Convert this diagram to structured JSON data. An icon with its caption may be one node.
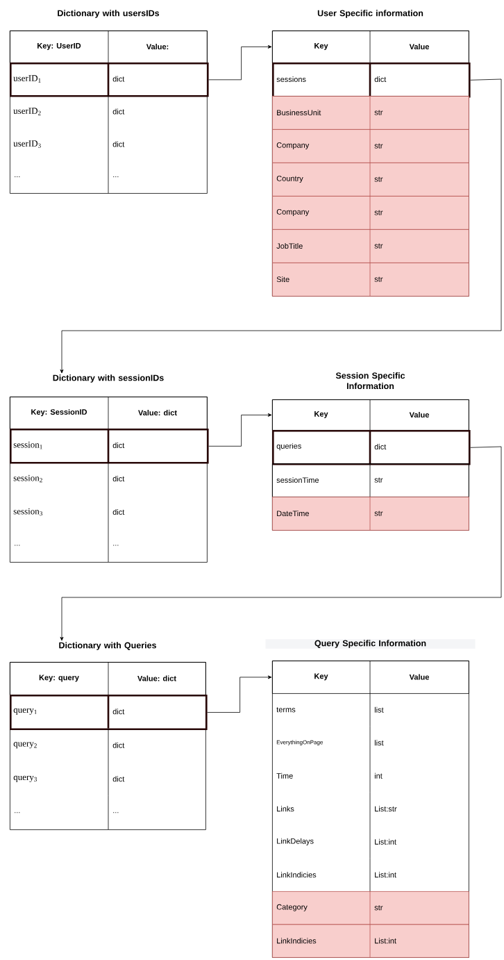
{
  "diagram": {
    "nodes": [
      {
        "text": [
          "Dictionary with usersIDs"
        ]
      },
      {
        "text": [
          "Key: UserID",
          "Value:"
        ],
        "in": 0
      },
      {
        "text": [
          "userID$_{1}$",
          "dict"
        ],
        "in": 0
      },
      {
        "text": [
          "userID$_{2}$",
          "dict"
        ],
        "in": 0
      },
      {
        "text": [
          "userID$_{3}$",
          "dict"
        ],
        "in": 0
      },
      {
        "text": [
          "...",
          "..."
        ],
        "in": 0
      },
      {
        "text": [
          "User Specific information"
        ]
      },
      {
        "text": [
          "Key",
          "Value"
        ],
        "in": 6
      },
      {
        "text": [
          "sessions",
          "dict"
        ],
        "in": 6
      },
      {
        "text": [
          "BusinessUnit",
          "str"
        ],
        "in": 6
      },
      {
        "text": [
          "Company",
          "str"
        ],
        "in": 6
      },
      {
        "text": [
          "Country",
          "str"
        ],
        "in": 6
      },
      {
        "text": [
          "Company",
          "str"
        ],
        "in": 6
      },
      {
        "text": [
          "JobTitle",
          "str"
        ],
        "in": 6
      },
      {
        "text": [
          "Site",
          "str"
        ],
        "in": 6
      },
      {
        "text": [
          "Dictionary with sessionIDs"
        ]
      },
      {
        "text": [
          "Key: SessionID",
          "Value: dict"
        ],
        "in": 15
      },
      {
        "text": [
          "session$_{1}$",
          "dict"
        ],
        "in": 15
      },
      {
        "text": [
          "session$_{2}$",
          "dict"
        ],
        "in": 15
      },
      {
        "text": [
          "session$_{3}$",
          "dict"
        ],
        "in": 15
      },
      {
        "text": [
          "...",
          "..."
        ],
        "in": 15
      },
      {
        "text": [
          "Session Specific Information"
        ]
      },
      {
        "text": [
          "Key",
          "Value"
        ],
        "in": 21
      },
      {
        "text": [
          "queries",
          "dict"
        ],
        "in": 21
      },
      {
        "text": [
          "sessionTime",
          "str"
        ],
        "in": 21
      },
      {
        "text": [
          "DateTime",
          "str"
        ],
        "in": 21
      },
      {
        "text": [
          "Dictionary with Queries"
        ]
      },
      {
        "text": [
          "Key: query",
          "Value: dict"
        ],
        "in": 26
      },
      {
        "text": [
          "query$_{1}$",
          "dict"
        ],
        "in": 26
      },
      {
        "text": [
          "query$_{2}$",
          "dict"
        ],
        "in": 26
      },
      {
        "text": [
          "query$_{3}$",
          "dict"
        ],
        "in": 26
      },
      {
        "text": [
          "...",
          "..."
        ],
        "in": 26
      },
      {
        "text": [
          "Query Specific Information"
        ]
      },
      {
        "text": [
          "Key",
          "Value"
        ],
        "in": 32
      },
      {
        "text": [
          "terms",
          "list"
        ],
        "in": 32
      },
      {
        "text": [
          "EverythingOnPage",
          "list"
        ],
        "in": 32
      },
      {
        "text": [
          "Time",
          "int"
        ],
        "in": 32
      },
      {
        "text": [
          "Links",
          "List:str"
        ],
        "in": 32
      },
      {
        "text": [
          "LinkDelays",
          "List:int"
        ],
        "in": 32
      },
      {
        "text": [
          "LinkIndicies",
          "List:int"
        ],
        "in": 32
      },
      {
        "text": [
          "Category",
          "str"
        ],
        "in": 32
      },
      {
        "text": [
          "LinkIndicies",
          "List:int"
        ],
        "in": 32
      }
    ],
    "edges": [
      {
        "from": 2,
        "to": 6,
        "arrow": "to"
      },
      {
        "from": 8,
        "to": 15,
        "arrow": "to"
      },
      {
        "from": 17,
        "to": 21,
        "arrow": "to"
      },
      {
        "from": 23,
        "to": 26,
        "arrow": "to"
      },
      {
        "from": 28,
        "to": 32,
        "arrow": "to"
      }
    ]
  }
}
